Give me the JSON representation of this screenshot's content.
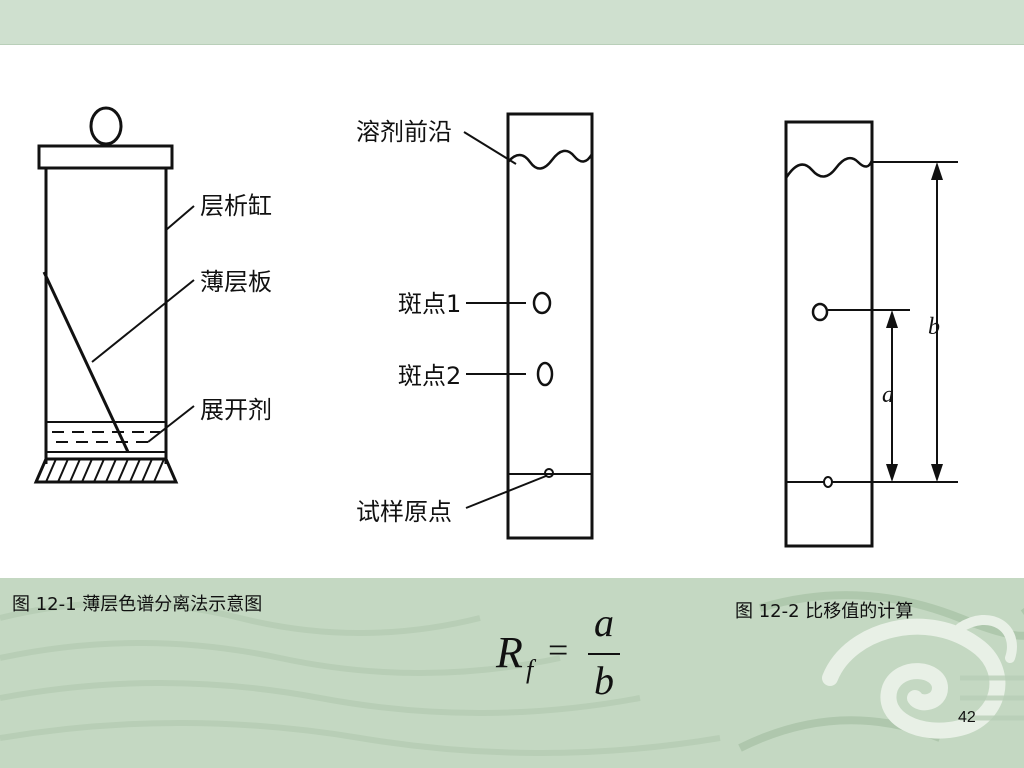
{
  "figure1": {
    "label_chamber": "层析缸",
    "label_plate": "薄层板",
    "label_solvent": "展开剂",
    "caption": "图 12-1 薄层色谱分离法示意图"
  },
  "figure_plate": {
    "label_front": "溶剂前沿",
    "label_spot1": "斑点1",
    "label_spot2": "斑点2",
    "label_origin": "试样原点"
  },
  "figure2": {
    "label_b": "b",
    "label_a": "a",
    "caption": "图 12-2 比移值的计算"
  },
  "formula": {
    "lhs": "R",
    "subscript": "f",
    "equals": "=",
    "numerator": "a",
    "denominator": "b"
  },
  "page_number": "42",
  "colors": {
    "band": "#cfe0cf",
    "bottom_band": "#c4d8c2",
    "line": "#111111"
  }
}
